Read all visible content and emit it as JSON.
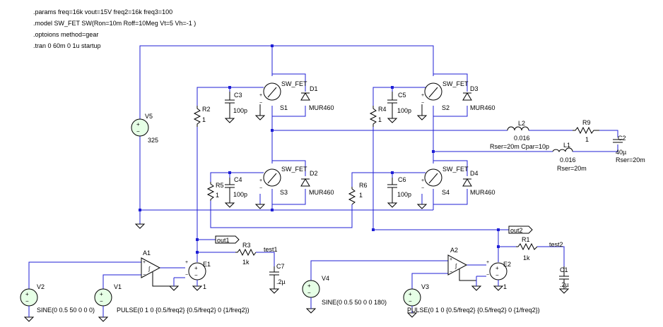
{
  "directives": [
    ".params freq=16k vout=15V freq2=16k freq3=100",
    ".model  SW_FET SW(Ron=10m Roff=10Meg Vt=5 Vh=-1 )",
    ".optoions method=gear",
    ".tran 0 60m 0 1u startup"
  ],
  "sources": {
    "V5": {
      "name": "V5",
      "value": "325"
    },
    "V2": {
      "name": "V2",
      "value": "SINE(0 0.5 50 0 0 0)"
    },
    "V1": {
      "name": "V1",
      "value": "PULSE(0 1 0 {0.5/freq2} {0.5/freq2} 0 {1/freq2})"
    },
    "V4": {
      "name": "V4",
      "value": "SINE(0 0.5 50 0 0 180)"
    },
    "V3": {
      "name": "V3",
      "value": "PULSE(0 1 0 {0.5/freq2} {0.5/freq2} 0 {1/freq2})"
    }
  },
  "switches": [
    {
      "name": "S1",
      "model": "SW_FET"
    },
    {
      "name": "S2",
      "model": "SW_FET"
    },
    {
      "name": "S3",
      "model": "SW_FET"
    },
    {
      "name": "S4",
      "model": "SW_FET"
    }
  ],
  "diodes": [
    {
      "name": "D1",
      "value": "MUR460"
    },
    {
      "name": "D2",
      "value": "MUR460"
    },
    {
      "name": "D3",
      "value": "MUR460"
    },
    {
      "name": "D4",
      "value": "MUR460"
    }
  ],
  "capacitors": {
    "C3": {
      "name": "C3",
      "value": "100p"
    },
    "C4": {
      "name": "C4",
      "value": "100p"
    },
    "C5": {
      "name": "C5",
      "value": "100p"
    },
    "C6": {
      "name": "C6",
      "value": "100p"
    },
    "C2": {
      "name": "C2",
      "value": "40µ",
      "extra": "Rser=20m"
    },
    "C7": {
      "name": "C7",
      "value": ".2µ"
    },
    "C1": {
      "name": "C1",
      "value": ".2µ"
    }
  },
  "resistors": {
    "R2": {
      "name": "R2",
      "value": "1"
    },
    "R4": {
      "name": "R4",
      "value": "1"
    },
    "R5": {
      "name": "R5",
      "value": "1"
    },
    "R6": {
      "name": "R6",
      "value": "1"
    },
    "R9": {
      "name": "R9",
      "value": "1"
    },
    "R3": {
      "name": "R3",
      "value": "1k"
    },
    "R1": {
      "name": "R1",
      "value": "1k"
    }
  },
  "inductors": {
    "L2": {
      "name": "L2",
      "value": "0.016",
      "extra": "Rser=20m Cpar=10p"
    },
    "L1": {
      "name": "L1",
      "value": "0.016",
      "extra": "Rser=20m"
    }
  },
  "amps": {
    "A1": {
      "name": "A1"
    },
    "A2": {
      "name": "A2"
    },
    "E1": {
      "name": "E1",
      "value": "1"
    },
    "E2": {
      "name": "E2",
      "value": "1"
    }
  },
  "net_labels": {
    "out1": "out1",
    "out2": "out2",
    "test1": "test1",
    "test2": "test2"
  }
}
